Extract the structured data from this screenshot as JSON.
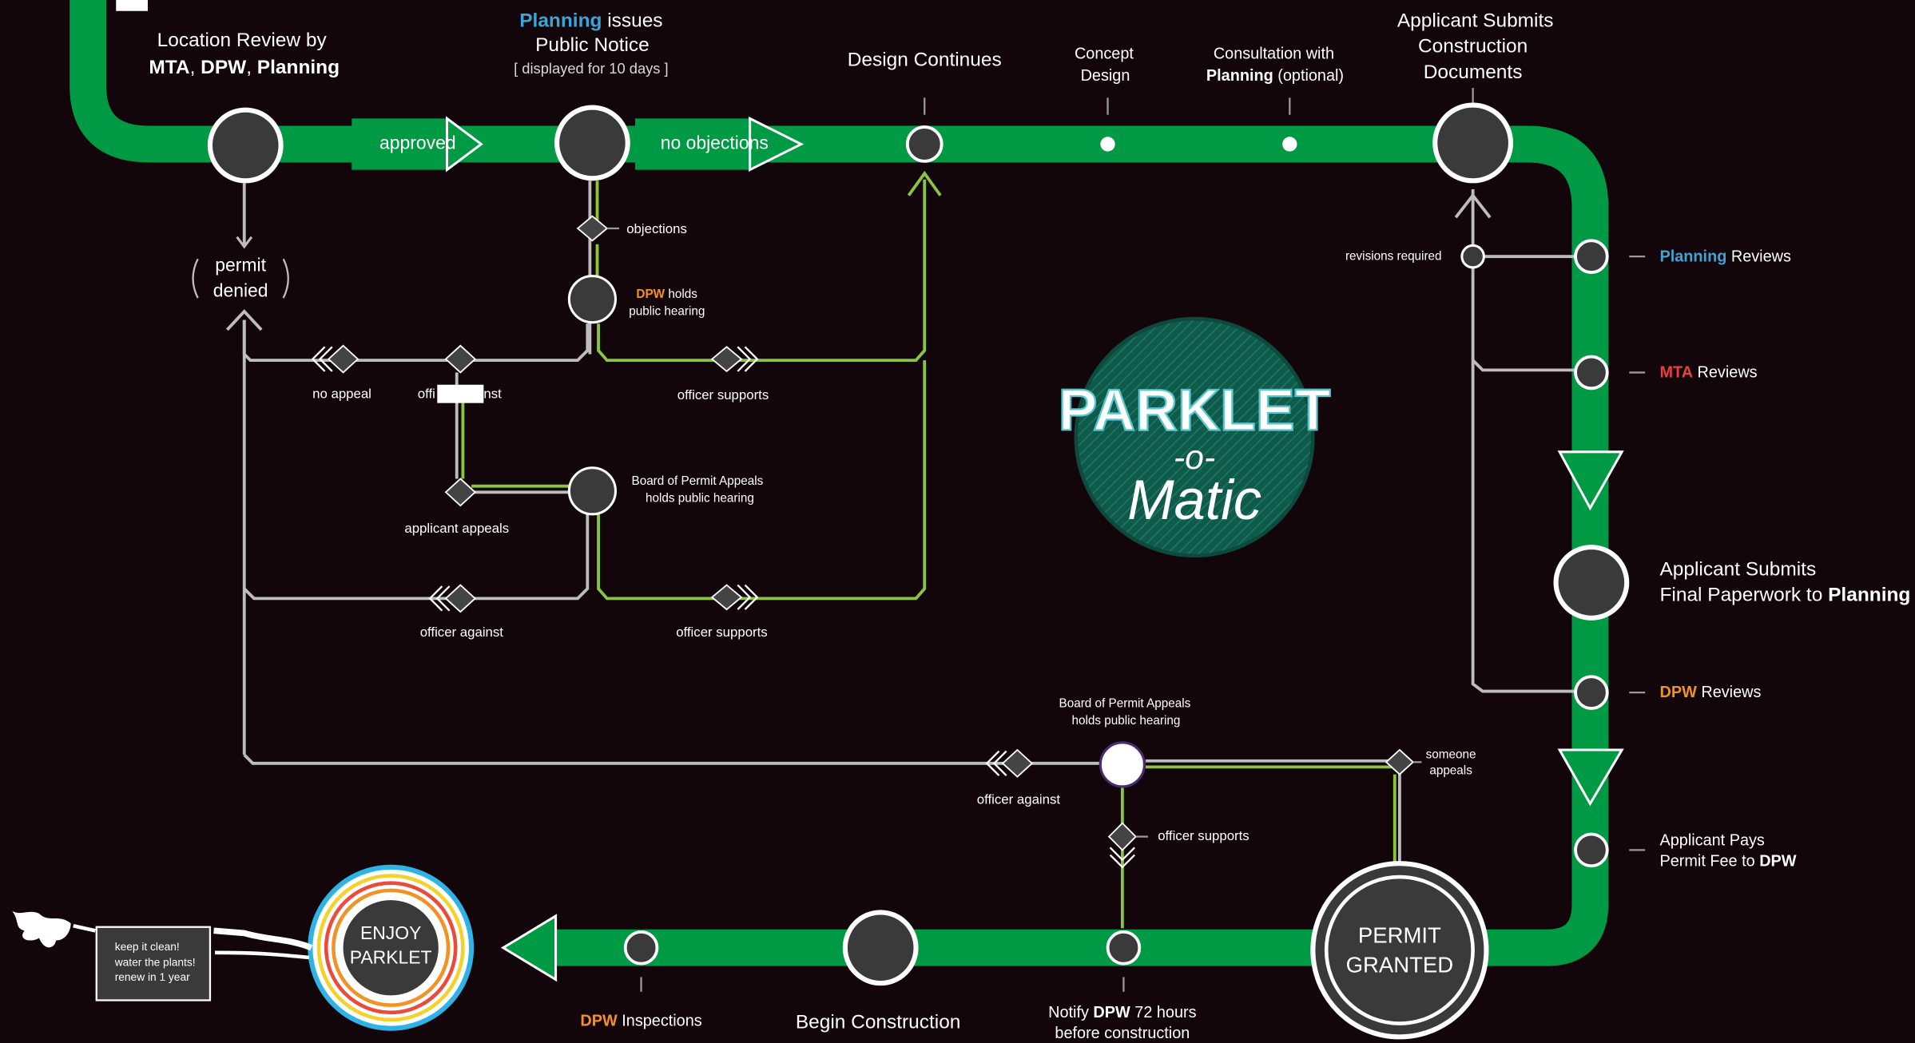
{
  "stops": {
    "location_review": {
      "line1": "Location Review by",
      "mta": "MTA",
      "comma1": ", ",
      "dpw": "DPW",
      "comma2": ", ",
      "planning": "Planning"
    },
    "public_notice": {
      "planning": "Planning",
      "issues": " issues",
      "line2": "Public Notice",
      "line3": "[ displayed for 10 days ]"
    },
    "design_continues": "Design Continues",
    "concept_design": {
      "line1": "Concept",
      "line2": "Design"
    },
    "consultation": {
      "line1": "Consultation with",
      "planning": "Planning",
      "optional": " (optional)"
    },
    "construction_docs": {
      "line1": "Applicant Submits",
      "line2": "Construction",
      "line3": "Documents"
    },
    "planning_reviews": {
      "planning": "Planning",
      "rest": " Reviews"
    },
    "mta_reviews": {
      "mta": "MTA",
      "rest": " Reviews"
    },
    "final_paperwork": {
      "line1": "Applicant Submits",
      "line2": "Final Paperwork to ",
      "planning": "Planning"
    },
    "dpw_reviews": {
      "dpw": "DPW",
      "rest": " Reviews"
    },
    "permit_fee": {
      "line1": "Applicant Pays",
      "line2": "Permit Fee to ",
      "dpw": "DPW"
    },
    "permit_granted": {
      "line1": "PERMIT",
      "line2": "GRANTED"
    },
    "notify_dpw": {
      "line1a": "Notify ",
      "dpw": "DPW",
      "line1b": " 72 hours",
      "line2": "before construction"
    },
    "begin_construction": "Begin Construction",
    "dpw_inspections": {
      "dpw": "DPW",
      "rest": " Inspections"
    },
    "enjoy_parklet": {
      "line1": "ENJOY",
      "line2": "PARKLET"
    }
  },
  "arrows": {
    "approved": "approved",
    "no_objections": "no objections"
  },
  "branches": {
    "permit_denied": {
      "line1": "permit",
      "line2": "denied"
    },
    "objections": "objections",
    "dpw_hearing": {
      "dpw": "DPW",
      "holds": " holds",
      "line2": "public hearing"
    },
    "no_appeal": "no appeal",
    "officer_against_top": {
      "left": "offi",
      "right": "nst"
    },
    "officer_supports_1": "officer supports",
    "applicant_appeals": "applicant appeals",
    "board_hearing_1": {
      "line1": "Board of Permit Appeals",
      "line2": "holds public hearing"
    },
    "officer_against_2": "officer against",
    "officer_supports_2": "officer supports",
    "revisions_required": "revisions required",
    "board_hearing_2": {
      "line1": "Board of Permit Appeals",
      "line2": "holds public hearing"
    },
    "someone_appeals": {
      "line1": "someone",
      "line2": "appeals"
    },
    "officer_against_3": "officer against",
    "officer_supports_3": "officer supports"
  },
  "sign": {
    "line1": "keep it clean!",
    "line2": "water the plants!",
    "line3": "renew in 1 year"
  },
  "logo": {
    "line1": "PARKLET",
    "line2": "-o-",
    "line3": "Matic"
  },
  "colors": {
    "route_green": "#009a44",
    "branch_green": "#8bc43f",
    "planning_blue": "#3aa6d8",
    "dpw_orange": "#f39224",
    "mta_red": "#e8403b",
    "background": "#12060a"
  }
}
